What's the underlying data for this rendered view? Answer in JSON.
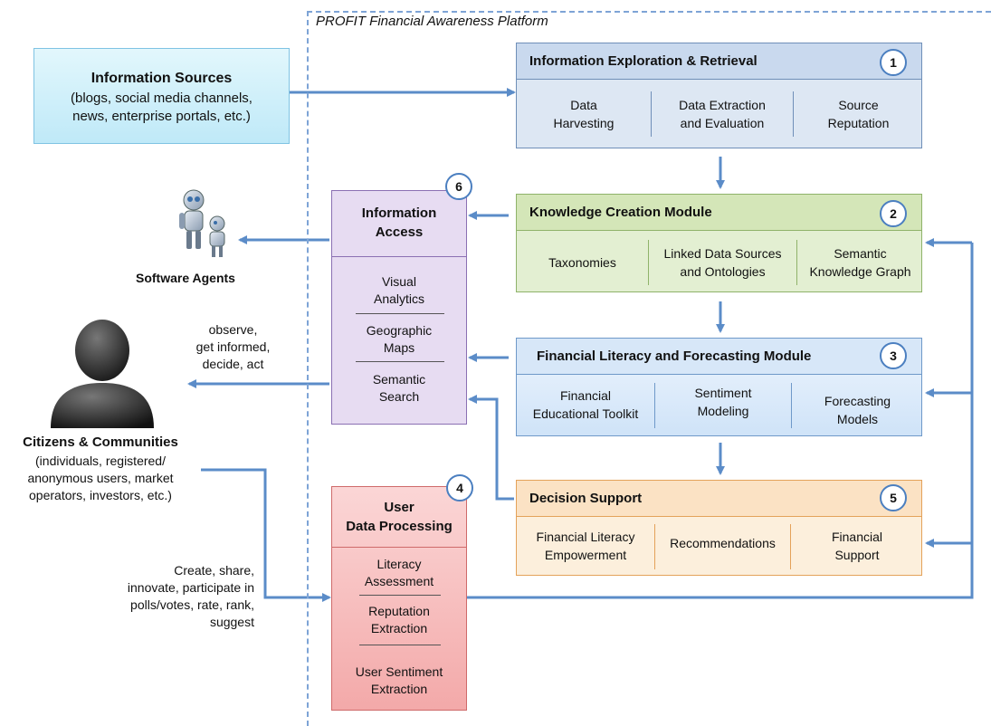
{
  "platform": {
    "title": "PROFIT Financial Awareness Platform"
  },
  "sources": {
    "title": "Information Sources",
    "subtitle": "(blogs, social media channels,\nnews, enterprise portals, etc.)"
  },
  "modules": {
    "exploration": {
      "title": "Information Exploration & Retrieval",
      "badge": "1",
      "items": [
        "Data\nHarvesting",
        "Data Extraction\nand Evaluation",
        "Source\nReputation"
      ]
    },
    "knowledge": {
      "title": "Knowledge Creation Module",
      "badge": "2",
      "items": [
        "Taxonomies",
        "Linked Data Sources\nand Ontologies",
        "Semantic\nKnowledge Graph"
      ]
    },
    "literacy": {
      "title": "Financial Literacy and Forecasting Module",
      "badge": "3",
      "items": [
        "Financial\nEducational Toolkit",
        "Sentiment\nModeling",
        "Forecasting\nModels"
      ]
    },
    "decision": {
      "title": "Decision Support",
      "badge": "5",
      "items": [
        "Financial Literacy\nEmpowerment",
        "Recommendations",
        "Financial\nSupport"
      ]
    },
    "access": {
      "title": "Information\nAccess",
      "badge": "6",
      "items": [
        "Visual\nAnalytics",
        "Geographic\nMaps",
        "Semantic\nSearch"
      ]
    },
    "user_data": {
      "title": "User\nData Processing",
      "badge": "4",
      "items": [
        "Literacy\nAssessment",
        "Reputation\nExtraction",
        "User Sentiment\nExtraction"
      ]
    }
  },
  "actors": {
    "agents": "Software Agents",
    "citizens_title": "Citizens & Communities",
    "citizens_desc": "(individuals, registered/\nanonymous users, market\noperators, investors, etc.)",
    "observe": "observe,\nget informed,\ndecide, act",
    "create": "Create, share,\ninnovate, participate in\npolls/votes, rate, rank,\nsuggest"
  },
  "colors": {
    "arrow": "#5b8cc8",
    "blue_header": "#c9d9ee",
    "green_header": "#d4e6b8",
    "orange_header": "#fbe2c4",
    "purple_body": "#e7dcf2",
    "red_body": "#f6b8b8"
  }
}
